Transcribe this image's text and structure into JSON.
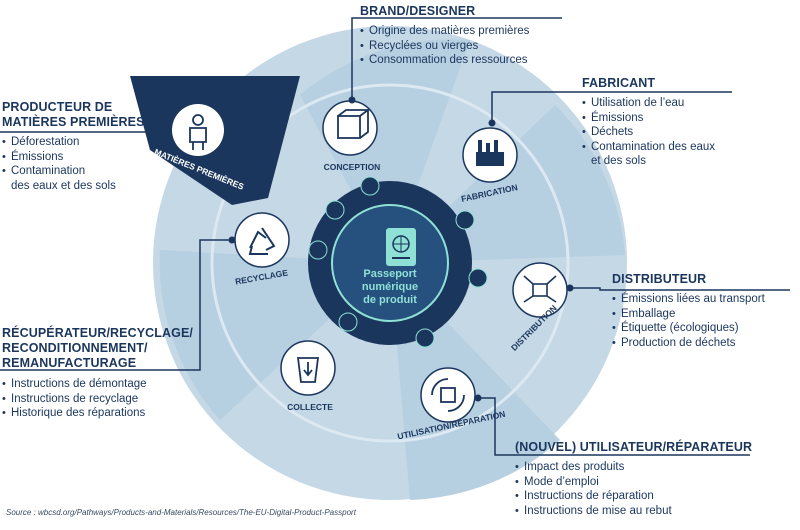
{
  "stakeholders": {
    "brand": {
      "title": "BRAND/DESIGNER",
      "items": [
        "Origine des matières premières",
        "Recyclées ou vierges",
        "Consommation des ressources"
      ]
    },
    "fabricant": {
      "title": "FABRICANT",
      "items": [
        "Utilisation de l’eau",
        "Émissions",
        "Déchets",
        "Contamination des eaux\net des sols"
      ]
    },
    "producteur": {
      "title": "PRODUCTEUR DE\nMATIÈRES PREMIÈRES",
      "items": [
        "Déforestation",
        "Émissions",
        "Contamination\ndes eaux et des sols"
      ]
    },
    "distributeur": {
      "title": "DISTRIBUTEUR",
      "items": [
        "Émissions liées au transport",
        "Emballage",
        "Étiquette (écologiques)",
        "Production de déchets"
      ]
    },
    "recuperateur": {
      "title": "RÉCUPÉRATEUR/RECYCLAGE/\nRECONDITIONNEMENT/\nREMANUFACTURAGE",
      "items": [
        "Instructions de démontage",
        "Instructions de recyclage",
        "Historique des réparations"
      ]
    },
    "utilisateur": {
      "title": "(NOUVEL) UTILISATEUR/RÉPARATEUR",
      "items": [
        "Impact des produits",
        "Mode d’emploi",
        "Instructions de réparation",
        "Instructions de mise au rebut"
      ]
    }
  },
  "stages": {
    "matieres": "MATIÈRES PREMIÈRES",
    "conception": "CONCEPTION",
    "fabrication": "FABRICATION",
    "distribution": "DISTRIBUTION",
    "utilisation": "UTILISATION/RÉPARATION",
    "collecte": "COLLECTE",
    "recyclage": "RECYCLAGE"
  },
  "center": {
    "label": "Passeport\nnumérique\nde produit"
  },
  "source": "Source : wbcsd.org/Pathways/Products-and-Materials/Resources/The-EU-Digital-Product-Passport",
  "colors": {
    "navy": "#1b365d",
    "ring_light": "#c4d8e6",
    "ring_mid": "#a9c6dc",
    "hub": "#1b365d",
    "accent_teal": "#8fe0d5"
  }
}
